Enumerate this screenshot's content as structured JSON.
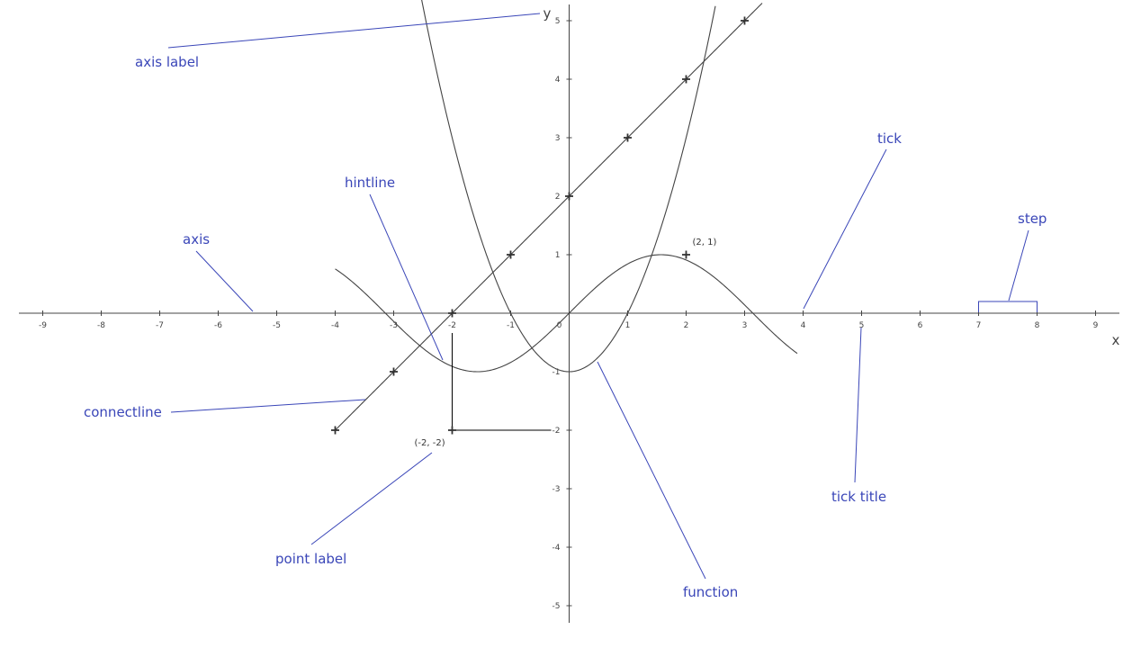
{
  "chart_data": {
    "type": "line",
    "xlim": [
      -9.4,
      9.4
    ],
    "ylim": [
      -5.3,
      5.3
    ],
    "x_ticks": [
      -9,
      -8,
      -7,
      -6,
      -5,
      -4,
      -3,
      -2,
      -1,
      0,
      1,
      2,
      3,
      4,
      5,
      6,
      7,
      8,
      9
    ],
    "y_ticks": [
      -5,
      -4,
      -3,
      -2,
      -1,
      1,
      2,
      3,
      4,
      5
    ],
    "xlabel": "x",
    "ylabel": "y",
    "grid": false,
    "series": [
      {
        "expression": "y = x + 2",
        "domain": [
          -4,
          3.3
        ],
        "marker": "plus",
        "points": [
          [
            -4,
            -2
          ],
          [
            -3,
            -1
          ],
          [
            -2,
            0
          ],
          [
            -1,
            1
          ],
          [
            0,
            2
          ],
          [
            1,
            3
          ],
          [
            2,
            4
          ],
          [
            3,
            5
          ]
        ]
      },
      {
        "expression": "y = sin(x)",
        "domain": [
          -4,
          3.9
        ]
      },
      {
        "expression": "y = x^2 - 1",
        "domain": [
          -2.6,
          2.5
        ]
      }
    ],
    "labeled_points": [
      {
        "x": 2,
        "y": 1,
        "label": "(2, 1)"
      },
      {
        "x": -2,
        "y": -2,
        "label": "(-2, -2)",
        "hintlines": true
      }
    ],
    "annotations": [
      {
        "key": "axis-label",
        "text": "axis label"
      },
      {
        "key": "axis",
        "text": "axis"
      },
      {
        "key": "hintline",
        "text": "hintline"
      },
      {
        "key": "tick",
        "text": "tick"
      },
      {
        "key": "step",
        "text": "step"
      },
      {
        "key": "connectline",
        "text": "connectline"
      },
      {
        "key": "point-label",
        "text": "point label"
      },
      {
        "key": "function",
        "text": "function"
      },
      {
        "key": "tick-title",
        "text": "tick title"
      }
    ],
    "colors": {
      "plot": "#444444",
      "annotation": "#3a46b8",
      "background": "#ffffff"
    }
  }
}
